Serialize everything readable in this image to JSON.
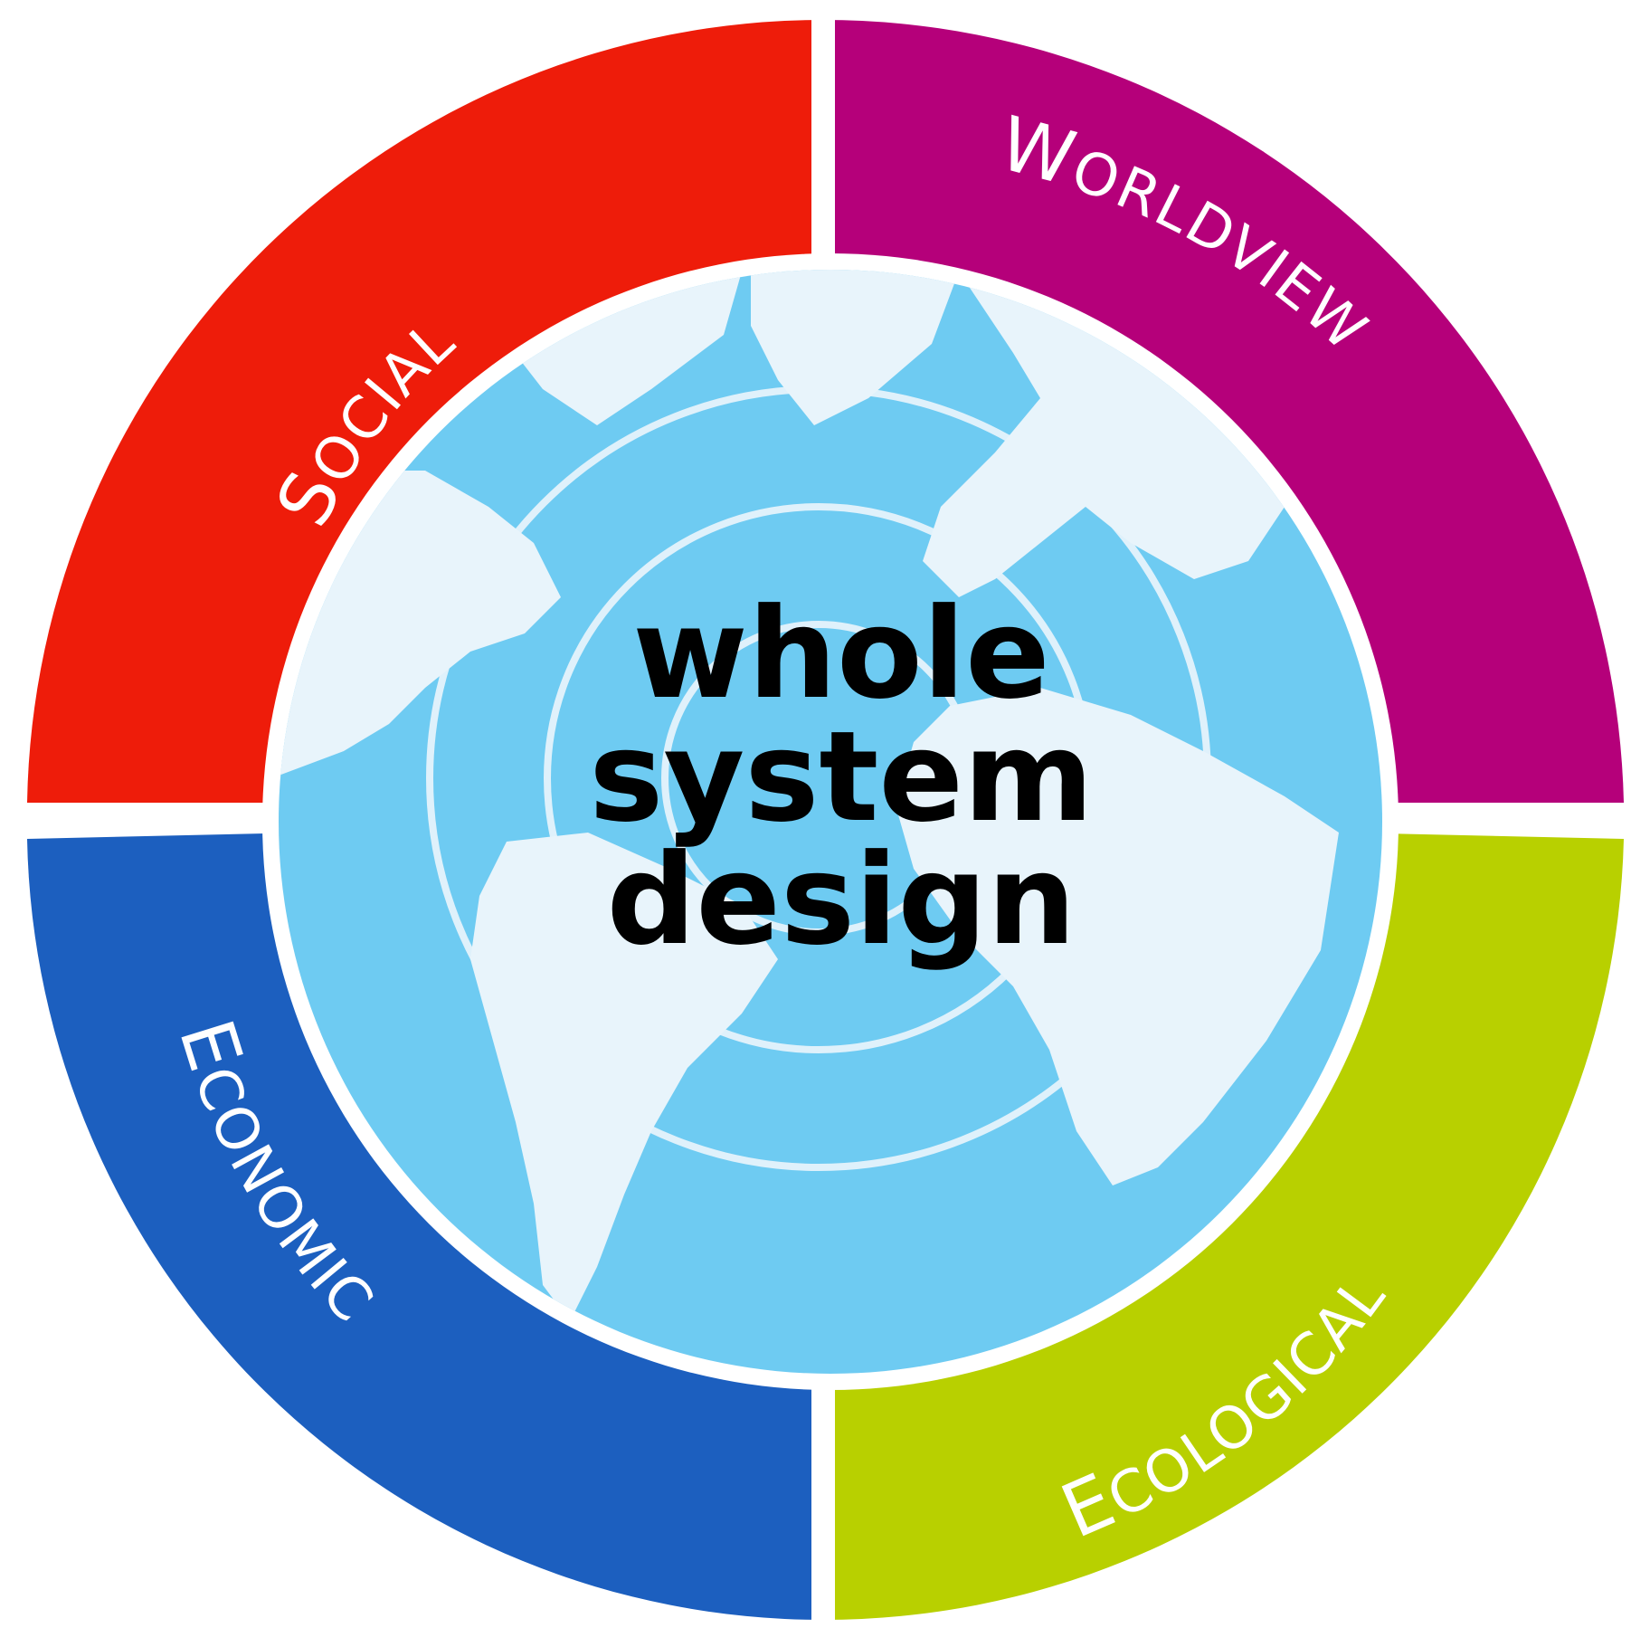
{
  "center": {
    "line1": "whole",
    "line2": "system",
    "line3": "design"
  },
  "segments": [
    {
      "id": "social",
      "label": "Social",
      "color": "#ee1c0a"
    },
    {
      "id": "worldview",
      "label": "Worldview",
      "color": "#b5007a"
    },
    {
      "id": "economic",
      "label": "Economic",
      "color": "#1c5fbf"
    },
    {
      "id": "ecological",
      "label": "Ecological",
      "color": "#b8d000"
    }
  ],
  "globe": {
    "ocean_color": "#6ecbf2",
    "land_color": "#e8f4fb",
    "ring_color": "#dff1fb"
  }
}
